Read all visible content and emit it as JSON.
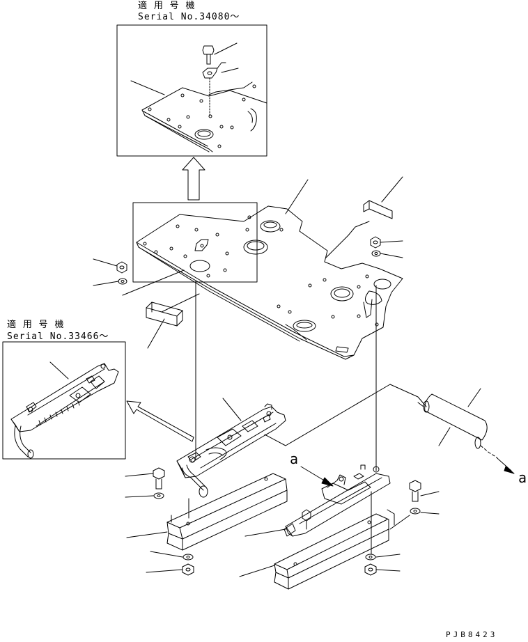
{
  "inset_top": {
    "applicable": "適 用 号 機",
    "serial": "Serial No.34080～"
  },
  "inset_left": {
    "applicable": "適 用 号 機",
    "serial": "Serial No.33466～"
  },
  "ref_letters": {
    "a1": "a",
    "a2": "a"
  },
  "drawing_code": "PJB8423"
}
